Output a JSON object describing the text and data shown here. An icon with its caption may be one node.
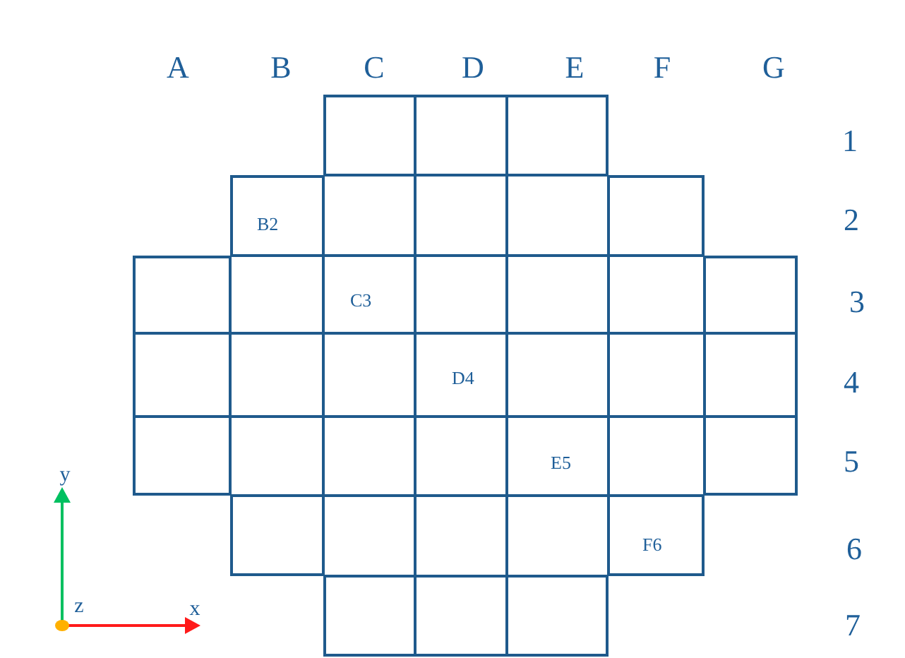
{
  "diagram": {
    "nodes": [
      {
        "text": [],
        "shape": "box"
      },
      {
        "text": [],
        "shape": "box"
      },
      {
        "text": [],
        "shape": "box"
      },
      {
        "text": [
          "B2"
        ]
      },
      {
        "text": [],
        "shape": "box"
      },
      {
        "text": [],
        "shape": "box"
      },
      {
        "text": [],
        "shape": "box"
      },
      {
        "text": [],
        "shape": "box"
      },
      {
        "text": [],
        "shape": "box"
      },
      {
        "text": [],
        "shape": "box"
      },
      {
        "text": [
          "C3"
        ]
      },
      {
        "text": [],
        "shape": "box"
      },
      {
        "text": [],
        "shape": "box"
      },
      {
        "text": [],
        "shape": "box"
      },
      {
        "text": [],
        "shape": "box"
      },
      {
        "text": [],
        "shape": "box"
      },
      {
        "text": [],
        "shape": "box"
      },
      {
        "text": [],
        "shape": "box"
      },
      {
        "text": [
          "D4"
        ]
      },
      {
        "text": [],
        "shape": "box"
      },
      {
        "text": [],
        "shape": "box"
      },
      {
        "text": [],
        "shape": "box"
      },
      {
        "text": [],
        "shape": "box"
      },
      {
        "text": [],
        "shape": "box"
      },
      {
        "text": [],
        "shape": "box"
      },
      {
        "text": [],
        "shape": "box"
      },
      {
        "text": [
          "E5"
        ]
      },
      {
        "text": [],
        "shape": "box"
      },
      {
        "text": [],
        "shape": "box"
      },
      {
        "text": [],
        "shape": "box"
      },
      {
        "text": [],
        "shape": "box"
      },
      {
        "text": [],
        "shape": "box"
      },
      {
        "text": [],
        "shape": "box"
      },
      {
        "text": [
          "F6"
        ]
      },
      {
        "text": [],
        "shape": "box"
      },
      {
        "text": [],
        "shape": "box"
      },
      {
        "text": [],
        "shape": "box"
      }
    ],
    "labels": [
      "A",
      "B",
      "C",
      "D",
      "E",
      "F",
      "G",
      "1",
      "2",
      "3",
      "4",
      "5",
      "y",
      "6",
      "z",
      "x",
      "7"
    ]
  }
}
